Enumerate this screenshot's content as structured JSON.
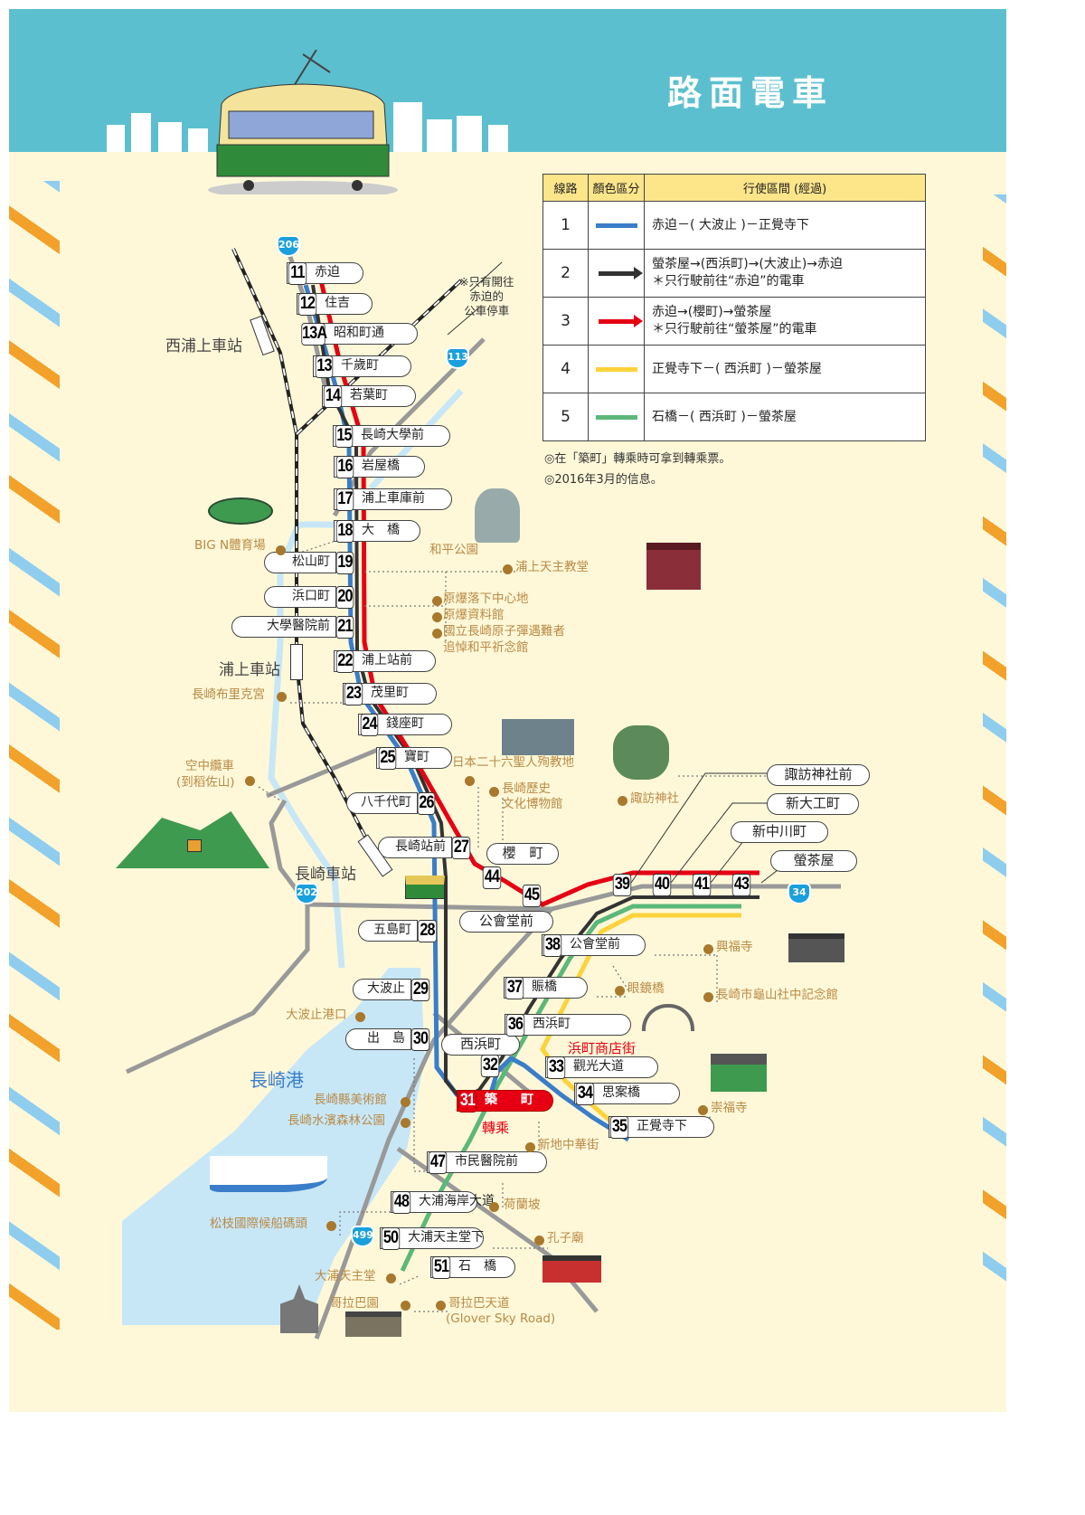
{
  "header": {
    "title": "路面電車"
  },
  "legend": {
    "headers": [
      "線路",
      "顏色區分",
      "行使區間 (經過)"
    ],
    "rows": [
      {
        "line": "1",
        "color": "#3a7dc9",
        "style": "line",
        "route": "赤迫－( 大波止 )－正覺寺下",
        "note": ""
      },
      {
        "line": "2",
        "color": "#333333",
        "style": "arrow",
        "route": "螢茶屋→(西浜町)→(大波止)→赤迫",
        "note": "＊只行駛前往“赤迫”的電車"
      },
      {
        "line": "3",
        "color": "#e60012",
        "style": "arrow",
        "route": "赤迫→(櫻町)→螢茶屋",
        "note": "＊只行駛前往“螢茶屋”的電車"
      },
      {
        "line": "4",
        "color": "#fdd23a",
        "style": "line",
        "route": "正覺寺下－( 西浜町 )－螢茶屋",
        "note": ""
      },
      {
        "line": "5",
        "color": "#5cb87a",
        "style": "line",
        "route": "石橋－( 西浜町 )－螢茶屋",
        "note": ""
      }
    ],
    "notes": [
      "◎在「築町」轉乘時可拿到轉乘票。",
      "◎2016年3月的信息。"
    ]
  },
  "stations": [
    {
      "num": "11",
      "name": "赤迫"
    },
    {
      "num": "12",
      "name": "住吉"
    },
    {
      "num": "13A",
      "name": "昭和町通"
    },
    {
      "num": "13",
      "name": "千歲町"
    },
    {
      "num": "14",
      "name": "若葉町"
    },
    {
      "num": "15",
      "name": "長崎大學前"
    },
    {
      "num": "16",
      "name": "岩屋橋"
    },
    {
      "num": "17",
      "name": "浦上車庫前"
    },
    {
      "num": "18",
      "name": "大　橋"
    },
    {
      "num": "19",
      "name": "松山町"
    },
    {
      "num": "20",
      "name": "浜口町"
    },
    {
      "num": "21",
      "name": "大學醫院前"
    },
    {
      "num": "22",
      "name": "浦上站前"
    },
    {
      "num": "23",
      "name": "茂里町"
    },
    {
      "num": "24",
      "name": "錢座町"
    },
    {
      "num": "25",
      "name": "寶町"
    },
    {
      "num": "26",
      "name": "八千代町"
    },
    {
      "num": "27",
      "name": "長崎站前"
    },
    {
      "num": "28",
      "name": "五島町"
    },
    {
      "num": "29",
      "name": "大波止"
    },
    {
      "num": "30",
      "name": "出　島"
    },
    {
      "num": "31",
      "name": "築　町"
    },
    {
      "num": "32",
      "name": ""
    },
    {
      "num": "33",
      "name": "觀光大道"
    },
    {
      "num": "34",
      "name": "思案橋"
    },
    {
      "num": "35",
      "name": "正覺寺下"
    },
    {
      "num": "36",
      "name": "西浜町"
    },
    {
      "num": "37",
      "name": "賑橋"
    },
    {
      "num": "38",
      "name": "公會堂前"
    },
    {
      "num": "39",
      "name": ""
    },
    {
      "num": "40",
      "name": ""
    },
    {
      "num": "41",
      "name": ""
    },
    {
      "num": "43",
      "name": ""
    },
    {
      "num": "44",
      "name": ""
    },
    {
      "num": "45",
      "name": ""
    },
    {
      "num": "47",
      "name": "市民醫院前"
    },
    {
      "num": "48",
      "name": "大浦海岸大道"
    },
    {
      "num": "50",
      "name": "大浦天主堂下"
    },
    {
      "num": "51",
      "name": "石　橋"
    }
  ],
  "station_labels": [
    "櫻　町",
    "公會堂前",
    "西浜町",
    "諏訪神社前",
    "新大工町",
    "新中川町",
    "螢茶屋"
  ],
  "pois": [
    "BIG N體育場",
    "和平公園",
    "浦上天主教堂",
    "原爆落下中心地",
    "原爆資料館",
    "國立長崎原子彈遇難者",
    "追悼和平祈念館",
    "長崎布里克宮",
    "日本二十六聖人殉教地",
    "長崎歷史",
    "文化博物館",
    "諏訪神社",
    "空中纜車",
    "(到稻佐山)",
    "興福寺",
    "眼鏡橋",
    "長崎市龜山社中記念館",
    "大波止港口",
    "長崎縣美術館",
    "長崎水濱森林公園",
    "新地中華街",
    "崇福寺",
    "荷蘭坡",
    "松枝國際候船碼頭",
    "孔子廟",
    "大浦天主堂",
    "哥拉巴園",
    "哥拉巴天道",
    "(Glover Sky Road)"
  ],
  "places": {
    "nishiurakami": "西浦上車站",
    "urakami": "浦上車站",
    "nagasaki": "長崎車站",
    "harbor": "長崎港",
    "shopping": "浜町商店街",
    "transfer": "轉乘"
  },
  "bus_note": [
    "※只有開往",
    "赤迫的",
    "公車停車"
  ],
  "roads": [
    "206",
    "113",
    "202",
    "34",
    "499"
  ]
}
